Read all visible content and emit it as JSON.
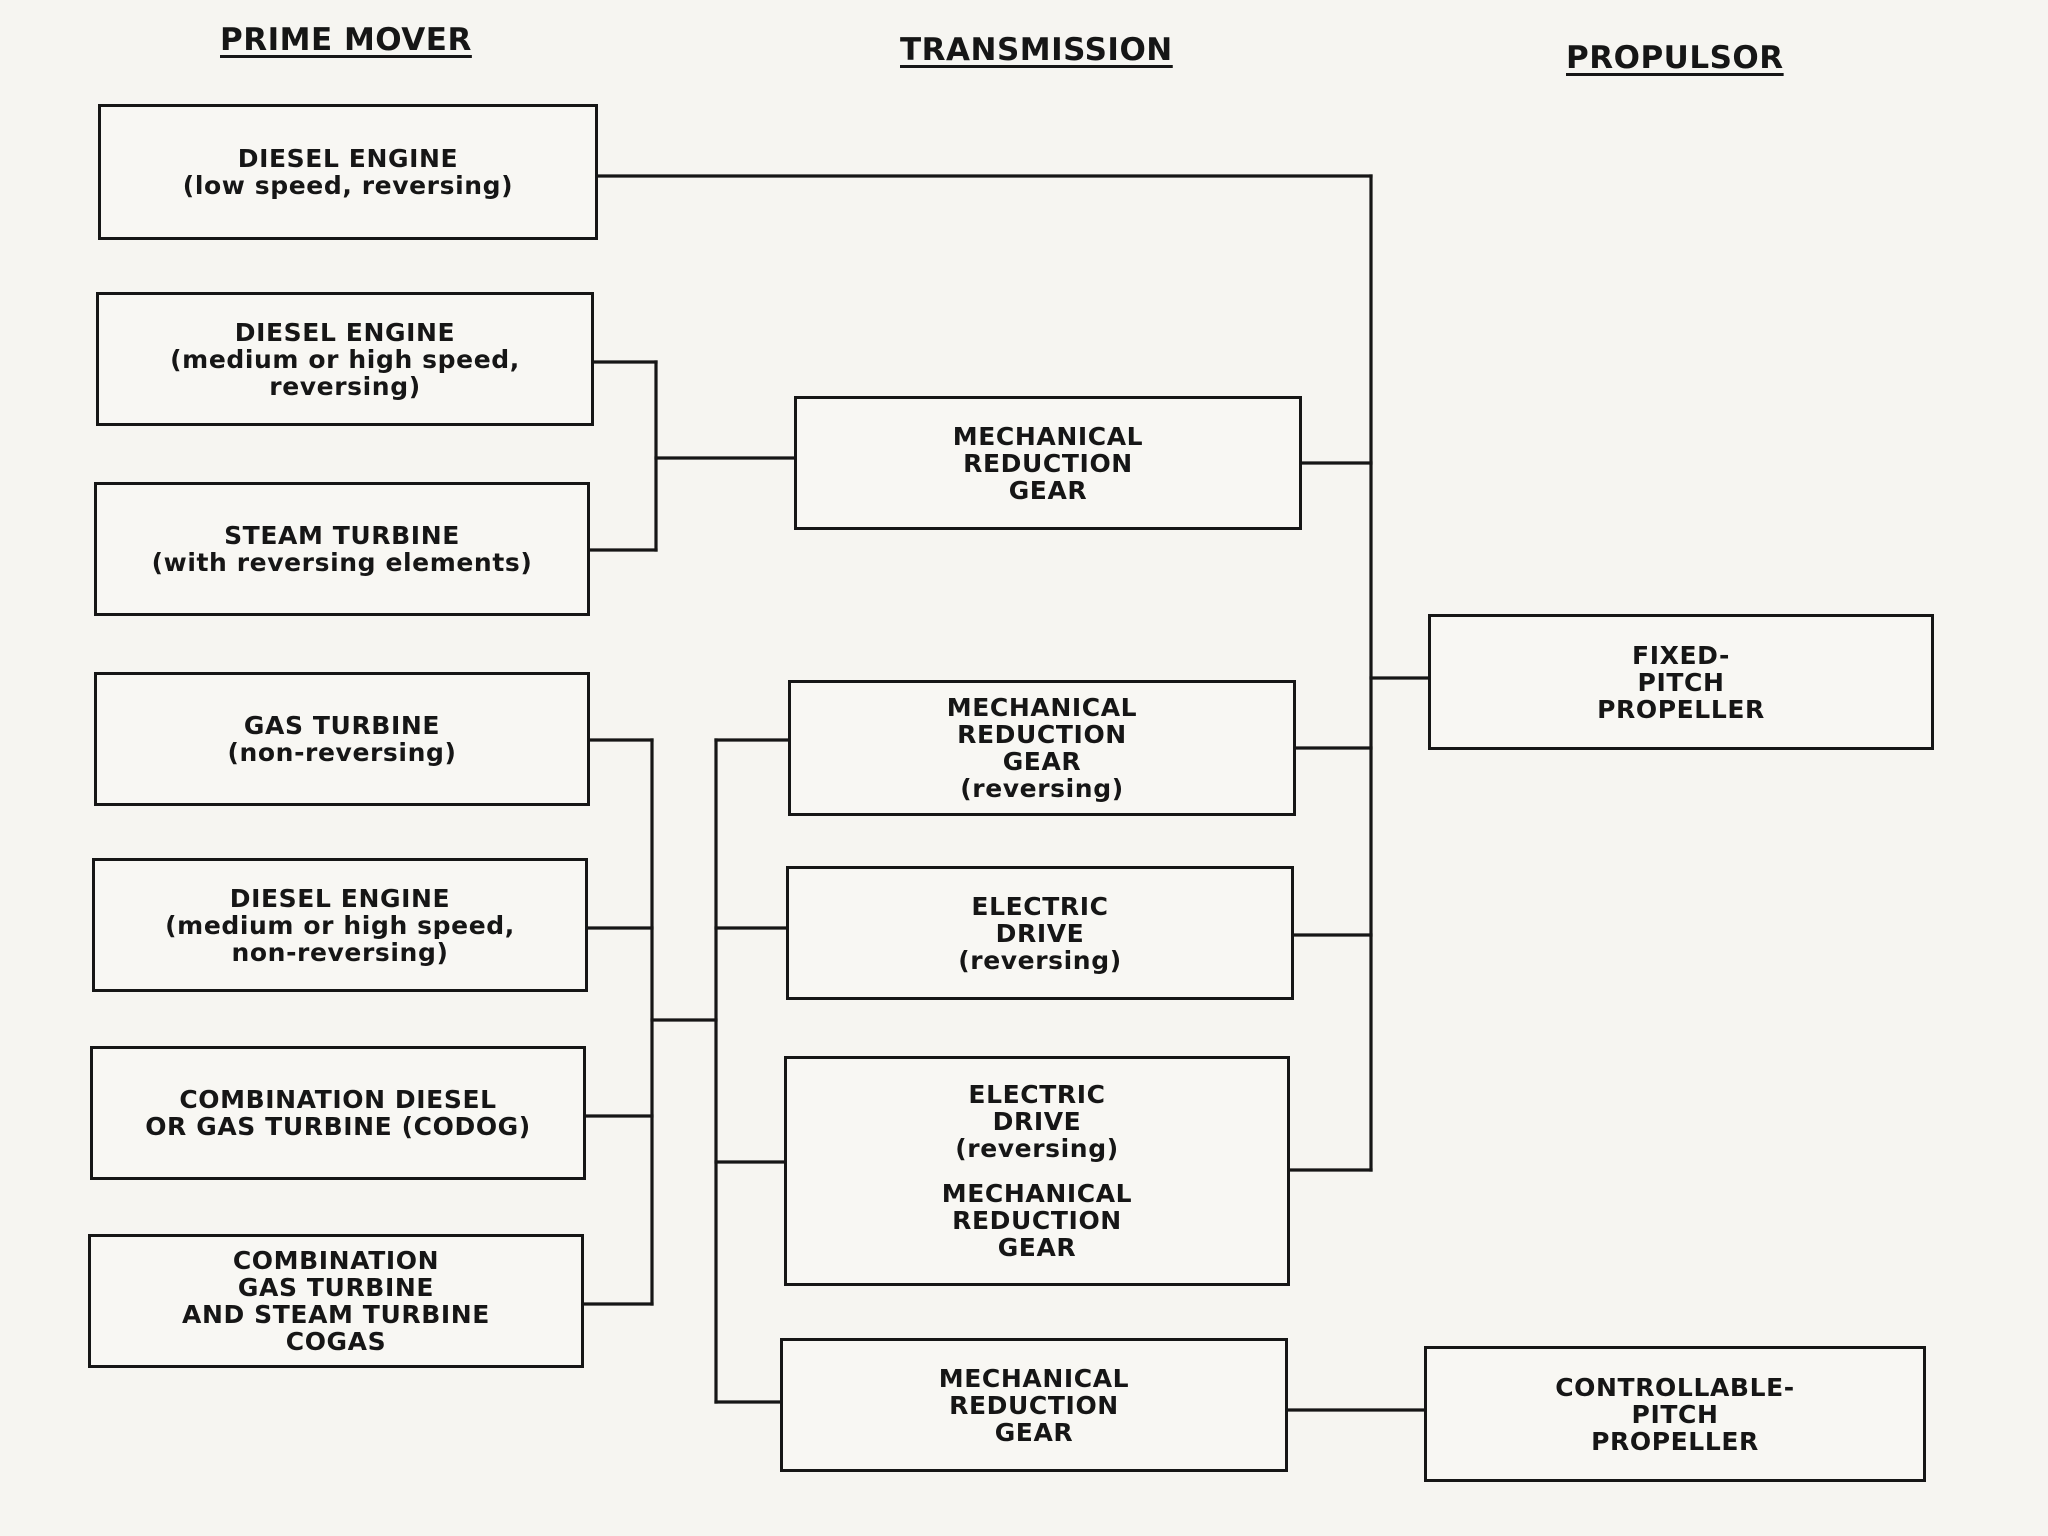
{
  "headings": {
    "prime_mover": "PRIME MOVER",
    "transmission": "TRANSMISSION",
    "propulsor": "PROPULSOR"
  },
  "prime_movers": {
    "diesel_low_speed": {
      "line1": "DIESEL ENGINE",
      "line2": "(low speed, reversing)"
    },
    "diesel_medium_high_reversing": {
      "line1": "DIESEL ENGINE",
      "line2": "(medium or high speed,",
      "line3": "reversing)"
    },
    "steam_turbine": {
      "line1": "STEAM TURBINE",
      "line2": "(with reversing elements)"
    },
    "gas_turbine": {
      "line1": "GAS TURBINE",
      "line2": "(non-reversing)"
    },
    "diesel_medium_high_nonreversing": {
      "line1": "DIESEL ENGINE",
      "line2": "(medium or high speed,",
      "line3": "non-reversing)"
    },
    "codog": {
      "line1": "COMBINATION DIESEL",
      "line2": "OR GAS TURBINE (CODOG)"
    },
    "cogas": {
      "line1": "COMBINATION",
      "line2": "GAS TURBINE",
      "line3": "AND STEAM TURBINE",
      "line4": "COGAS"
    }
  },
  "transmissions": {
    "mech_reduction_gear_1": {
      "line1": "MECHANICAL",
      "line2": "REDUCTION",
      "line3": "GEAR"
    },
    "mech_reduction_gear_reversing": {
      "line1": "MECHANICAL",
      "line2": "REDUCTION",
      "line3": "GEAR",
      "line4": "(reversing)"
    },
    "electric_drive": {
      "line1": "ELECTRIC",
      "line2": "DRIVE",
      "line3": "(reversing)"
    },
    "electric_drive_mech_gear": {
      "line1": "ELECTRIC",
      "line2": "DRIVE",
      "line3": "(reversing)",
      "line4": "MECHANICAL",
      "line5": "REDUCTION",
      "line6": "GEAR"
    },
    "mech_reduction_gear_2": {
      "line1": "MECHANICAL",
      "line2": "REDUCTION",
      "line3": "GEAR"
    }
  },
  "propulsors": {
    "fixed_pitch": {
      "line1": "FIXED-",
      "line2": "PITCH",
      "line3": "PROPELLER"
    },
    "controllable_pitch": {
      "line1": "CONTROLLABLE-",
      "line2": "PITCH",
      "line3": "PROPELLER"
    }
  }
}
